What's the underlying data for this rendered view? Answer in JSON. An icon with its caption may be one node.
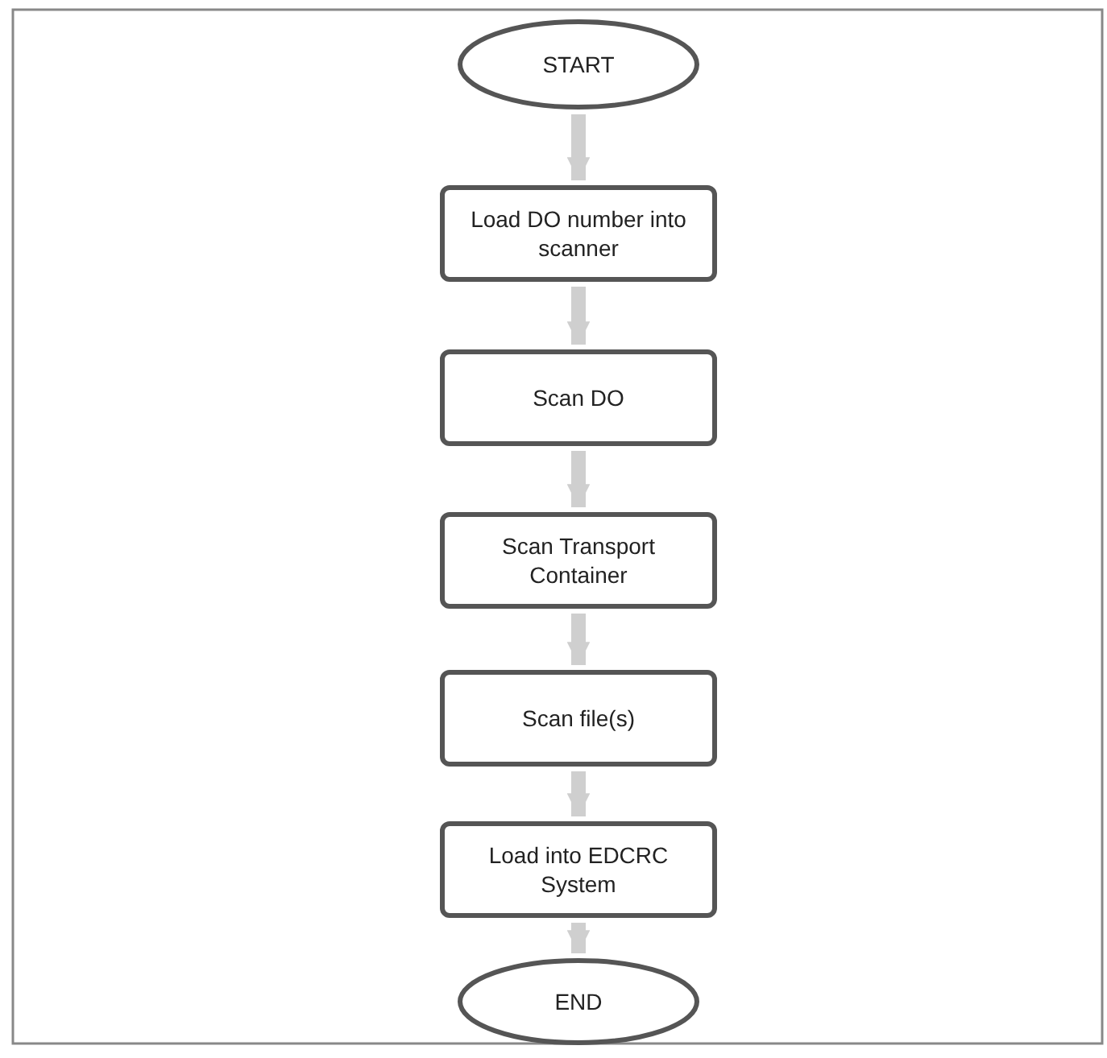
{
  "diagram": {
    "nodes": [
      {
        "text": [
          "START"
        ]
      },
      {
        "text": [
          "Load DO number into scanner"
        ]
      },
      {
        "text": [
          "Scan DO"
        ]
      },
      {
        "text": [
          "Scan Transport Container"
        ]
      },
      {
        "text": [
          "Scan file(s)"
        ]
      },
      {
        "text": [
          "Load into EDCRC System"
        ]
      },
      {
        "text": [
          "END"
        ]
      }
    ],
    "edges": [
      {
        "from": 0,
        "to": 1,
        "arrow": "to"
      },
      {
        "from": 1,
        "to": 2,
        "arrow": "to"
      },
      {
        "from": 2,
        "to": 3,
        "arrow": "to"
      },
      {
        "from": 3,
        "to": 4,
        "arrow": "to"
      },
      {
        "from": 4,
        "to": 5,
        "arrow": "to"
      },
      {
        "from": 5,
        "to": 6,
        "arrow": "to"
      }
    ]
  }
}
